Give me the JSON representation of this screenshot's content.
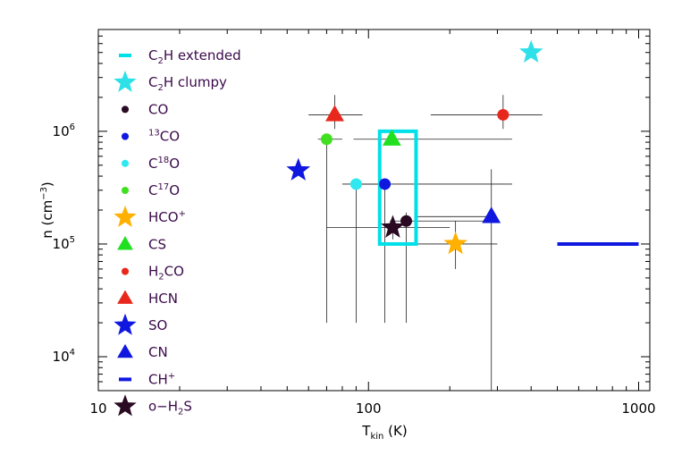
{
  "chart_data": {
    "type": "scatter",
    "title": "",
    "xlabel": {
      "main": "T",
      "sub": "kin",
      "rest": " (K)"
    },
    "ylabel": {
      "main": "n  (cm",
      "sup": "−3",
      "rest": ")"
    },
    "xscale": "log",
    "yscale": "log",
    "xlim": [
      10,
      1100
    ],
    "ylim": [
      5000,
      8000000
    ],
    "grid": false,
    "legend_position": "left",
    "x_ticks": [
      {
        "value": 10,
        "label": "10"
      },
      {
        "value": 100,
        "label": "100"
      },
      {
        "value": 1000,
        "label": "1000"
      }
    ],
    "y_ticks": [
      {
        "value": 10000,
        "base": "10",
        "exp": "4"
      },
      {
        "value": 100000,
        "base": "10",
        "exp": "5"
      },
      {
        "value": 1000000,
        "base": "10",
        "exp": "6"
      }
    ],
    "series": [
      {
        "key": "c2h_ext",
        "label": [
          {
            "t": "C"
          },
          {
            "t": "2",
            "sub": true
          },
          {
            "t": "H extended"
          }
        ],
        "marker": "dash",
        "color": "#00e0e8",
        "shape": "rect",
        "rect": {
          "x": [
            110,
            150
          ],
          "y": [
            100000,
            1000000
          ]
        }
      },
      {
        "key": "c2h_clumpy",
        "label": [
          {
            "t": "C"
          },
          {
            "t": "2",
            "sub": true
          },
          {
            "t": "H clumpy"
          }
        ],
        "marker": "star",
        "color": "#2ee0e8",
        "points": [
          {
            "x": 400,
            "y": 5000000
          }
        ]
      },
      {
        "key": "co",
        "label": [
          {
            "t": "CO"
          }
        ],
        "marker": "circle",
        "color": "#2a0a22",
        "points": [
          {
            "x": 138,
            "y": 160000,
            "xerr": [
              120,
              300
            ],
            "yerr": [
              20000,
              190000
            ]
          }
        ]
      },
      {
        "key": "13co",
        "label": [
          {
            "t": "13",
            "sup": true
          },
          {
            "t": "CO"
          }
        ],
        "marker": "circle",
        "color": "#1018e0",
        "points": [
          {
            "x": 115,
            "y": 340000,
            "xerr": [
              90,
              340
            ],
            "yerr": [
              20000,
              350000
            ]
          }
        ]
      },
      {
        "key": "c18o",
        "label": [
          {
            "t": "C"
          },
          {
            "t": "18",
            "sup": true
          },
          {
            "t": "O"
          }
        ],
        "marker": "circle",
        "color": "#30e8f0",
        "points": [
          {
            "x": 90,
            "y": 340000,
            "xerr": [
              80,
              115
            ],
            "yerr": [
              20000,
              340000
            ]
          }
        ]
      },
      {
        "key": "c17o",
        "label": [
          {
            "t": "C"
          },
          {
            "t": "17",
            "sup": true
          },
          {
            "t": "O"
          }
        ],
        "marker": "circle",
        "color": "#40e020",
        "points": [
          {
            "x": 70,
            "y": 850000,
            "xerr": [
              65,
              80
            ],
            "yerr": [
              20000,
              860000
            ]
          }
        ]
      },
      {
        "key": "hcop",
        "label": [
          {
            "t": "HCO"
          },
          {
            "t": "+",
            "sup": true
          }
        ],
        "marker": "star",
        "color": "#ffb000",
        "points": [
          {
            "x": 210,
            "y": 100000,
            "xerr": [
              130,
              300
            ],
            "yerr": [
              60000,
              160000
            ]
          }
        ]
      },
      {
        "key": "cs",
        "label": [
          {
            "t": "CS"
          }
        ],
        "marker": "triangle",
        "color": "#20e020",
        "points": [
          {
            "x": 122,
            "y": 850000,
            "xerr": [
              88,
              340
            ],
            "yerr": [
              850000,
              1000000
            ]
          }
        ]
      },
      {
        "key": "h2co",
        "label": [
          {
            "t": "H"
          },
          {
            "t": "2",
            "sub": true
          },
          {
            "t": "CO"
          }
        ],
        "marker": "circle",
        "color": "#e8281c",
        "points": [
          {
            "x": 315,
            "y": 1400000,
            "xerr": [
              170,
              440
            ],
            "yerr": [
              1050000,
              2100000
            ]
          }
        ]
      },
      {
        "key": "hcn",
        "label": [
          {
            "t": "HCN"
          }
        ],
        "marker": "triangle",
        "color": "#e8281c",
        "points": [
          {
            "x": 75,
            "y": 1400000,
            "xerr": [
              60,
              95
            ],
            "yerr": [
              1050000,
              2100000
            ]
          }
        ]
      },
      {
        "key": "so",
        "label": [
          {
            "t": "SO"
          }
        ],
        "marker": "star",
        "color": "#1018e0",
        "points": [
          {
            "x": 55,
            "y": 450000
          }
        ]
      },
      {
        "key": "cn",
        "label": [
          {
            "t": "CN"
          }
        ],
        "marker": "triangle",
        "color": "#1018e0",
        "points": [
          {
            "x": 285,
            "y": 175000,
            "xerr": [
              150,
              285
            ],
            "yerr": [
              5000,
              460000
            ]
          }
        ]
      },
      {
        "key": "chp",
        "label": [
          {
            "t": "CH"
          },
          {
            "t": "+",
            "sup": true
          }
        ],
        "marker": "dash",
        "color": "#1018e0",
        "shape": "hline",
        "hline": {
          "x": [
            500,
            1000
          ],
          "y": 100000
        }
      },
      {
        "key": "oh2s",
        "label": [
          {
            "t": "o−H"
          },
          {
            "t": "2",
            "sub": true
          },
          {
            "t": "S"
          }
        ],
        "marker": "star",
        "color": "#2a0a22",
        "points": [
          {
            "x": 123,
            "y": 140000,
            "xerr": [
              70,
              200
            ],
            "yerr": [
              110000,
              170000
            ]
          }
        ]
      }
    ]
  }
}
